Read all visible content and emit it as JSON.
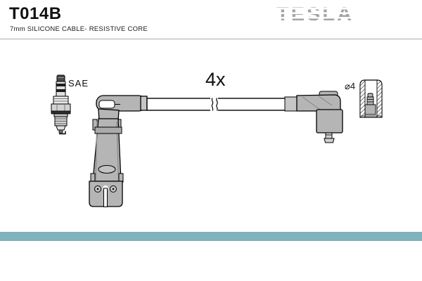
{
  "header": {
    "part_number": "T014B",
    "subtitle": "7mm SILICONE CABLE- RESISTIVE CORE",
    "brand": "TESLA"
  },
  "labels": {
    "connector_standard": "SAE",
    "quantity": "4x",
    "diameter": "⌀4"
  },
  "drawing": {
    "parts": [
      "spark-plug",
      "angled-boot-left",
      "cable-with-break",
      "angled-boot-right",
      "sectioned-cap"
    ]
  },
  "colors": {
    "accent_bar": "#7fb2bc",
    "drawing_fill": "#b5b5b5",
    "logo_gray": "#a3a3a3"
  }
}
